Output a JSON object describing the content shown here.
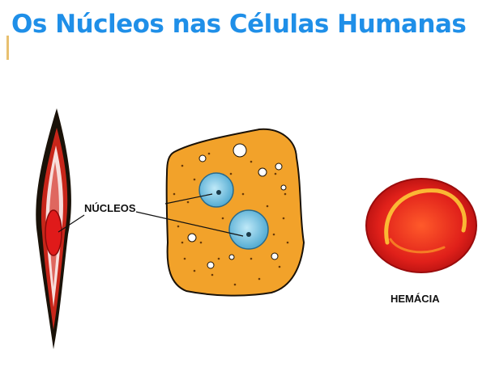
{
  "title": "Os Núcleos nas Células Humanas",
  "labels": {
    "nucleos": "NÚCLEOS",
    "hemacia": "HEMÁCIA"
  },
  "colors": {
    "title": "#1f8fe8",
    "cell_fill": "#f2a22a",
    "nucleus_fill": "#7ec8e8",
    "red_cell": "#e0201a"
  }
}
